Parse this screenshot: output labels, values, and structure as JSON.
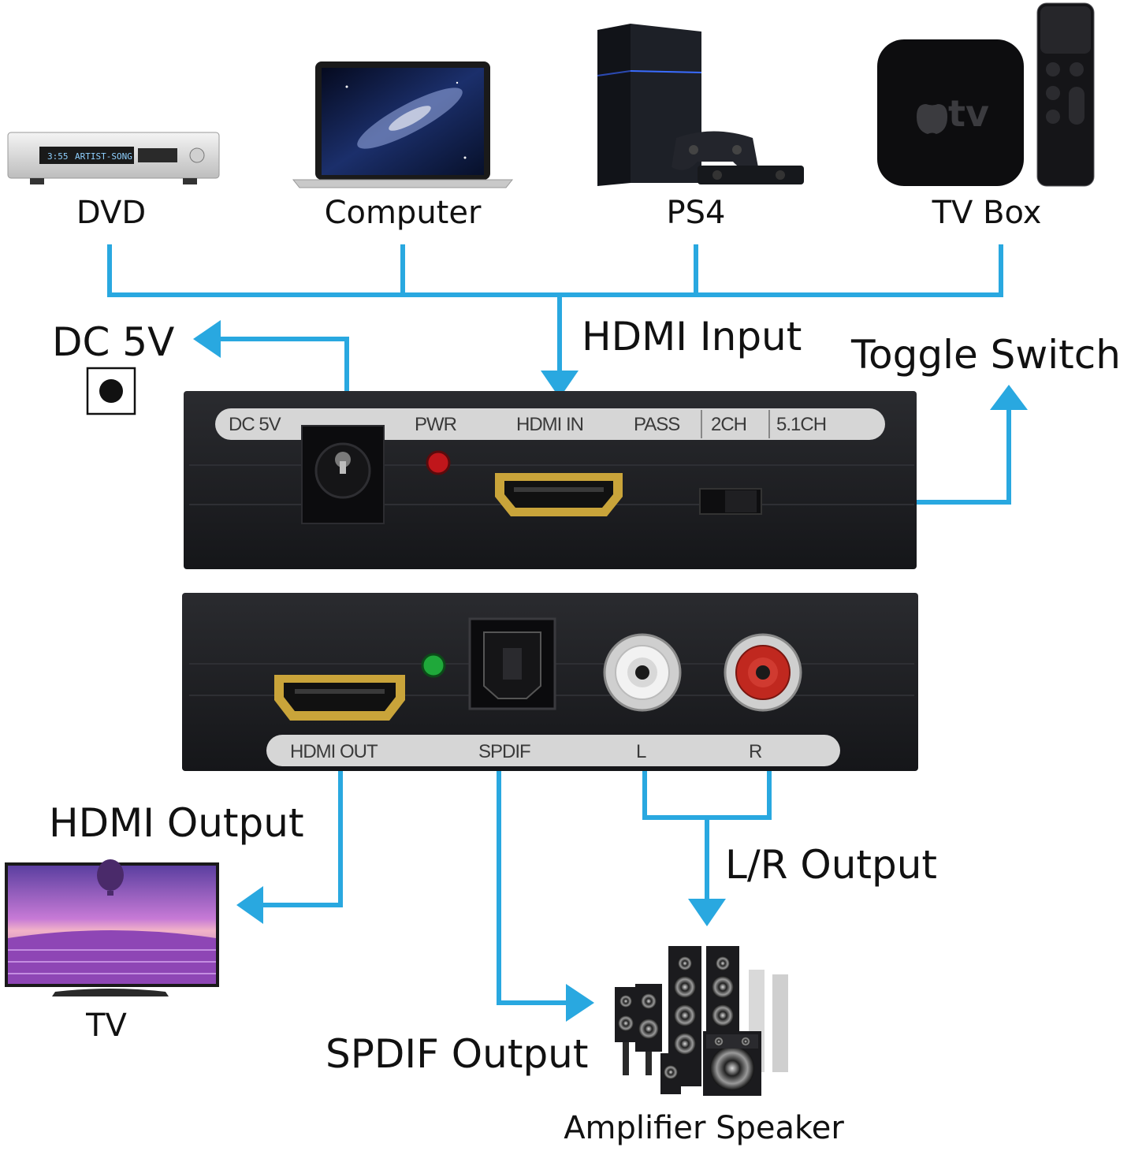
{
  "colors": {
    "connector": "#29a8e0",
    "device_body": "#1b1c1f",
    "label_strip": "#d6d6d6",
    "hdmi_gold": "#c9a43a",
    "led_red": "#c0161b",
    "led_green": "#1fa83a",
    "rca_red": "#c0281f"
  },
  "sources": {
    "dvd": "DVD",
    "computer": "Computer",
    "ps4": "PS4",
    "tvbox": "TV Box",
    "tvbox_logo": "tv"
  },
  "callouts": {
    "dc5v": "DC 5V",
    "hdmi_input": "HDMI Input",
    "toggle_switch": "Toggle Switch",
    "hdmi_output": "HDMI Output",
    "lr_output": "L/R Output",
    "spdif_output": "SPDIF Output"
  },
  "front_panel": {
    "dc5v": "DC 5V",
    "pwr": "PWR",
    "hdmi_in": "HDMI IN",
    "pass": "PASS",
    "ch2": "2CH",
    "ch51": "5.1CH"
  },
  "rear_panel": {
    "hdmi_out": "HDMI OUT",
    "spdif": "SPDIF",
    "l": "L",
    "r": "R"
  },
  "destinations": {
    "tv": "TV",
    "speaker": "Amplifier Speaker"
  },
  "dvd_display": "ARTIST-SONG"
}
